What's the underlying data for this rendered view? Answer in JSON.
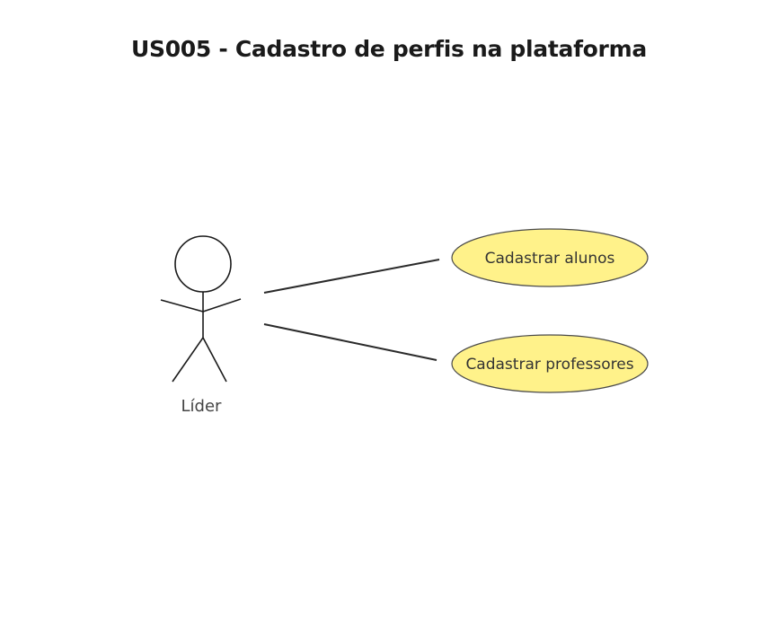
{
  "diagram": {
    "title": "US005 - Cadastro de perfis na plataforma",
    "actor": {
      "name": "Líder"
    },
    "use_cases": [
      {
        "label": "Cadastrar alunos"
      },
      {
        "label": "Cadastrar professores"
      }
    ],
    "colors": {
      "use_case_fill": "#fff28a",
      "stroke": "#1a1a1a",
      "use_case_stroke": "#4a4a4a"
    }
  }
}
